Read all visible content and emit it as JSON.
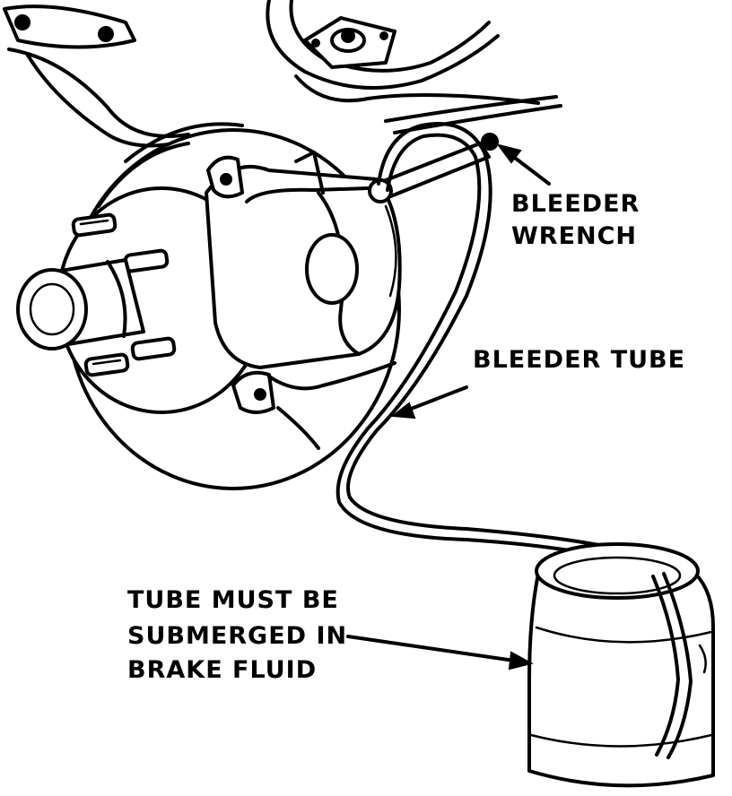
{
  "labels": {
    "bleeder_wrench_line1": "BLEEDER",
    "bleeder_wrench_line2": "WRENCH",
    "bleeder_tube": "BLEEDER TUBE",
    "submerged_line1": "TUBE MUST BE",
    "submerged_line2": "SUBMERGED IN",
    "submerged_line3": "BRAKE FLUID"
  }
}
